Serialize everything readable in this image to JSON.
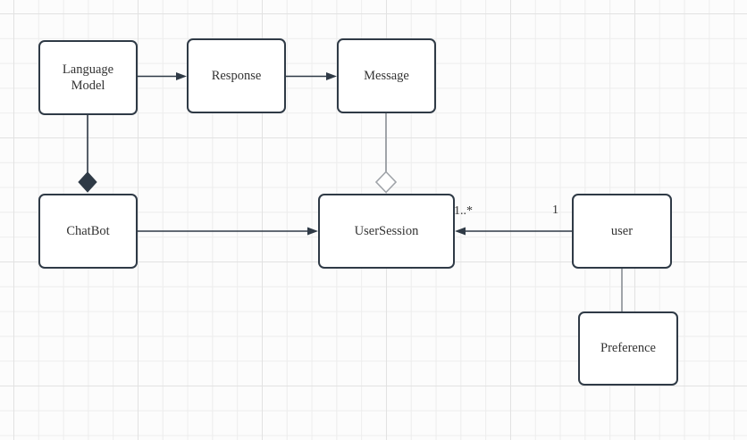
{
  "diagram": {
    "nodes": [
      {
        "id": "language-model",
        "label": "Language Model"
      },
      {
        "id": "response",
        "label": "Response"
      },
      {
        "id": "message",
        "label": "Message"
      },
      {
        "id": "chatbot",
        "label": "ChatBot"
      },
      {
        "id": "user-session",
        "label": "UserSession"
      },
      {
        "id": "user",
        "label": "user"
      },
      {
        "id": "preference",
        "label": "Preference"
      }
    ],
    "edges": [
      {
        "from": "language-model",
        "to": "response",
        "type": "directed-arrow"
      },
      {
        "from": "response",
        "to": "message",
        "type": "directed-arrow"
      },
      {
        "from": "language-model",
        "to": "chatbot",
        "type": "composition-filled-diamond"
      },
      {
        "from": "chatbot",
        "to": "user-session",
        "type": "directed-arrow"
      },
      {
        "from": "message",
        "to": "user-session",
        "type": "aggregation-hollow-diamond"
      },
      {
        "from": "user",
        "to": "user-session",
        "type": "directed-arrow",
        "source_multiplicity": "1",
        "target_multiplicity": "1..*"
      },
      {
        "from": "user",
        "to": "preference",
        "type": "plain-line"
      }
    ],
    "edge_labels": {
      "usersession_multiplicity": "1..*",
      "user_multiplicity": "1"
    },
    "colors": {
      "canvas_bg": "#fcfcfc",
      "grid_minor": "#ededed",
      "grid_major": "#e2e2e2",
      "stroke_dark": "#2f3a46",
      "stroke_gray": "#a0a4a9",
      "node_fill": "#ffffff",
      "text": "#333333"
    }
  }
}
